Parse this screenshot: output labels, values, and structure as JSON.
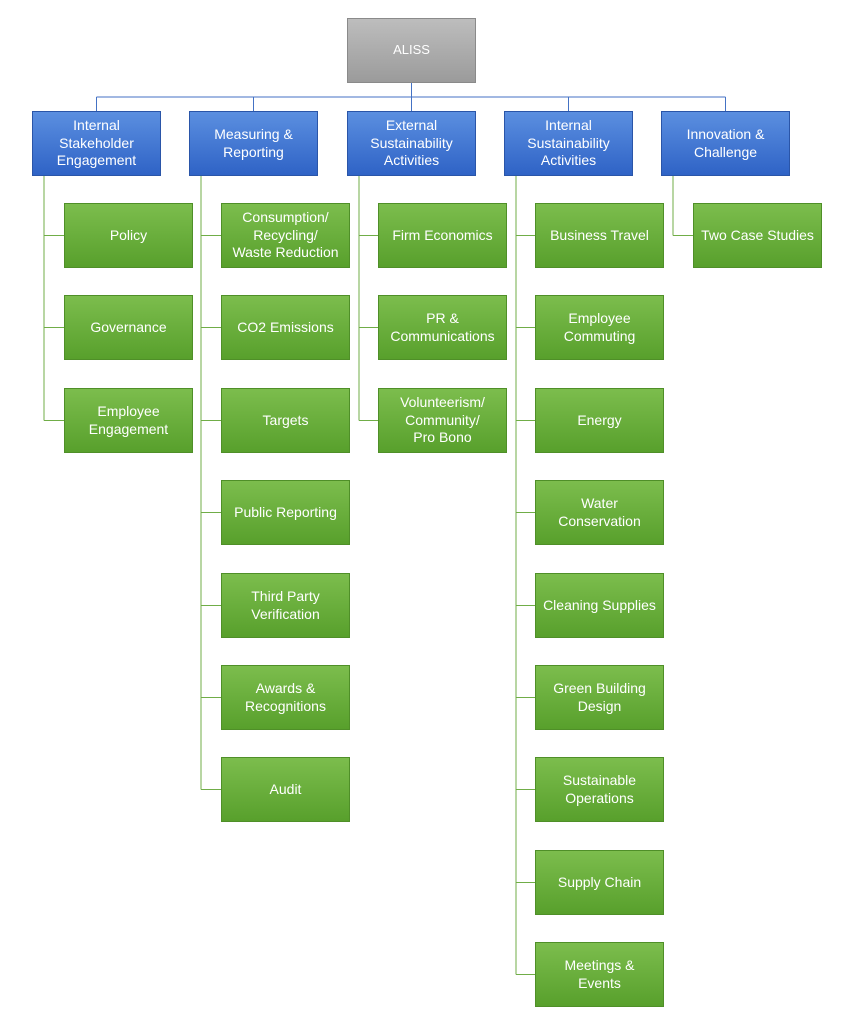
{
  "root": "ALISS",
  "branches": [
    {
      "label": "Internal\nStakeholder\nEngagement",
      "items": [
        "Policy",
        "Governance",
        "Employee\nEngagement"
      ]
    },
    {
      "label": "Measuring &\nReporting",
      "items": [
        "Consumption/\nRecycling/\nWaste Reduction",
        "CO2 Emissions",
        "Targets",
        "Public Reporting",
        "Third Party\nVerification",
        "Awards &\nRecognitions",
        "Audit"
      ]
    },
    {
      "label": "External\nSustainability\nActivities",
      "items": [
        "Firm Economics",
        "PR &\nCommunications",
        "Volunteerism/\nCommunity/\nPro Bono"
      ]
    },
    {
      "label": "Internal\nSustainability\nActivities",
      "items": [
        "Business Travel",
        "Employee\nCommuting",
        "Energy",
        "Water\nConservation",
        "Cleaning Supplies",
        "Green Building\nDesign",
        "Sustainable\nOperations",
        "Supply Chain",
        "Meetings &\nEvents"
      ]
    },
    {
      "label": "Innovation &\nChallenge",
      "items": [
        "Two Case Studies"
      ]
    }
  ],
  "colors": {
    "root": "#a6a6a6",
    "head": "#4472c4",
    "leaf": "#70ad47",
    "line": "#4472c4",
    "leaf_line": "#70ad47"
  }
}
